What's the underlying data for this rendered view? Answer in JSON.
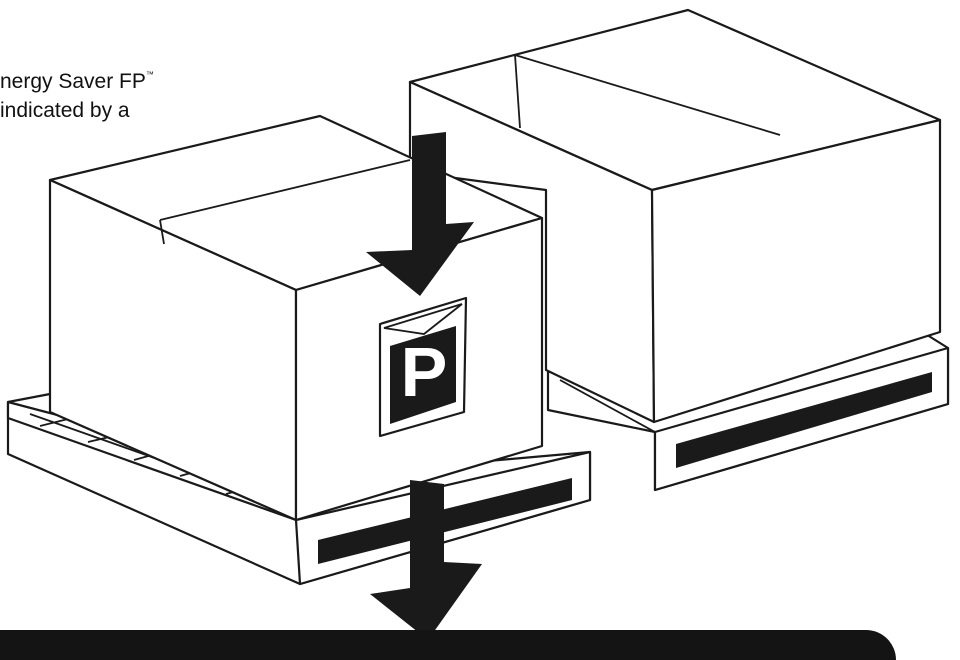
{
  "caption": {
    "line1": "nergy Saver FP",
    "trademark": "™",
    "line2": "indicated by a"
  },
  "label_letter": "P",
  "colors": {
    "ink": "#1a1a1a",
    "background": "#ffffff",
    "banner": "#141414"
  },
  "icons": [
    "down-arrow-icon",
    "down-arrow-icon",
    "p-label-icon"
  ]
}
